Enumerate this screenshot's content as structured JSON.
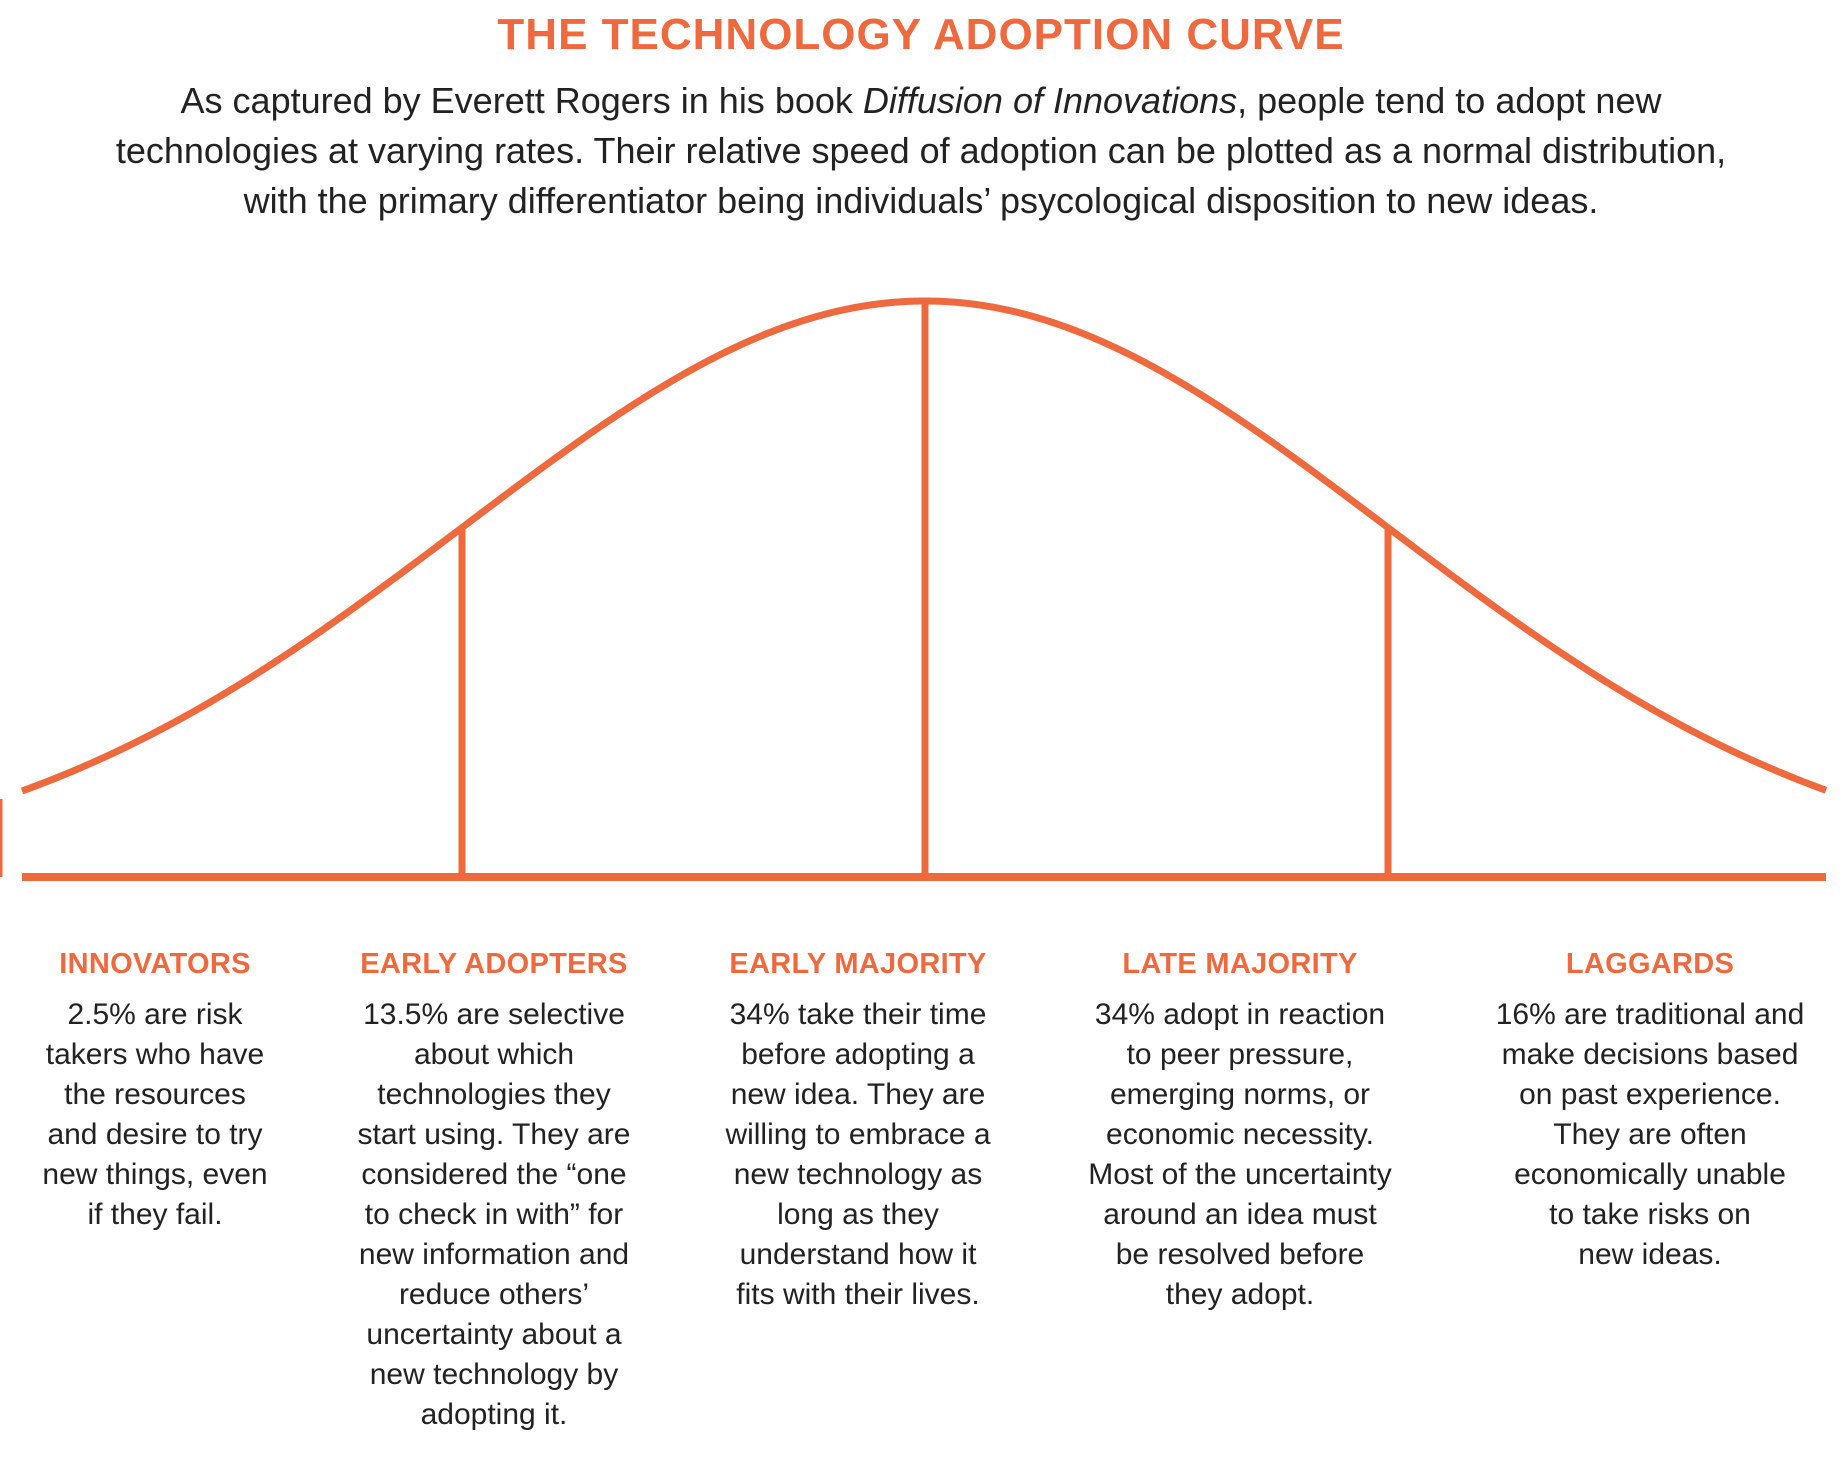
{
  "header": {
    "title": "THE TECHNOLOGY ADOPTION CURVE",
    "intro_before": "As captured by Everett Rogers in his book ",
    "intro_book": "Diffusion of Innovations",
    "intro_after_line1": ", people tend to adopt new",
    "intro_line2": "technologies at varying rates. Their relative speed of adoption can be plotted as a normal distribution,",
    "intro_line3": "with the primary differentiator being individuals’ psycological disposition to new ideas."
  },
  "colors": {
    "accent": "#EE6A3E",
    "text": "#222222",
    "background": "#FFFFFF"
  },
  "curve": {
    "shape": "normal-distribution",
    "divisions_sigma": [
      -2,
      -1,
      0,
      1
    ]
  },
  "segments": [
    {
      "title": "INNOVATORS",
      "lines": [
        "2.5% are risk",
        "takers who have",
        "the resources",
        "and desire to try",
        "new things, even",
        "if they fail."
      ]
    },
    {
      "title": "EARLY ADOPTERS",
      "lines": [
        "13.5% are selective",
        "about which",
        "technologies they",
        "start using. They are",
        "considered the “one",
        "to check in with” for",
        "new information and",
        "reduce others’",
        "uncertainty about a",
        "new technology by",
        "adopting it."
      ]
    },
    {
      "title": "EARLY MAJORITY",
      "lines": [
        "34% take their time",
        "before adopting a",
        "new idea. They are",
        "willing to embrace a",
        "new technology as",
        "long as they",
        "understand how it",
        "fits with their lives."
      ]
    },
    {
      "title": "LATE MAJORITY",
      "lines": [
        "34% adopt in reaction",
        "to peer pressure,",
        "emerging norms, or",
        "economic necessity.",
        "Most of the uncertainty",
        "around an idea must",
        "be resolved before",
        "they adopt."
      ]
    },
    {
      "title": "LAGGARDS",
      "lines": [
        "16% are traditional and",
        "make decisions based",
        "on past experience.",
        "They are often",
        "economically unable",
        "to take risks on",
        "new ideas."
      ]
    }
  ]
}
